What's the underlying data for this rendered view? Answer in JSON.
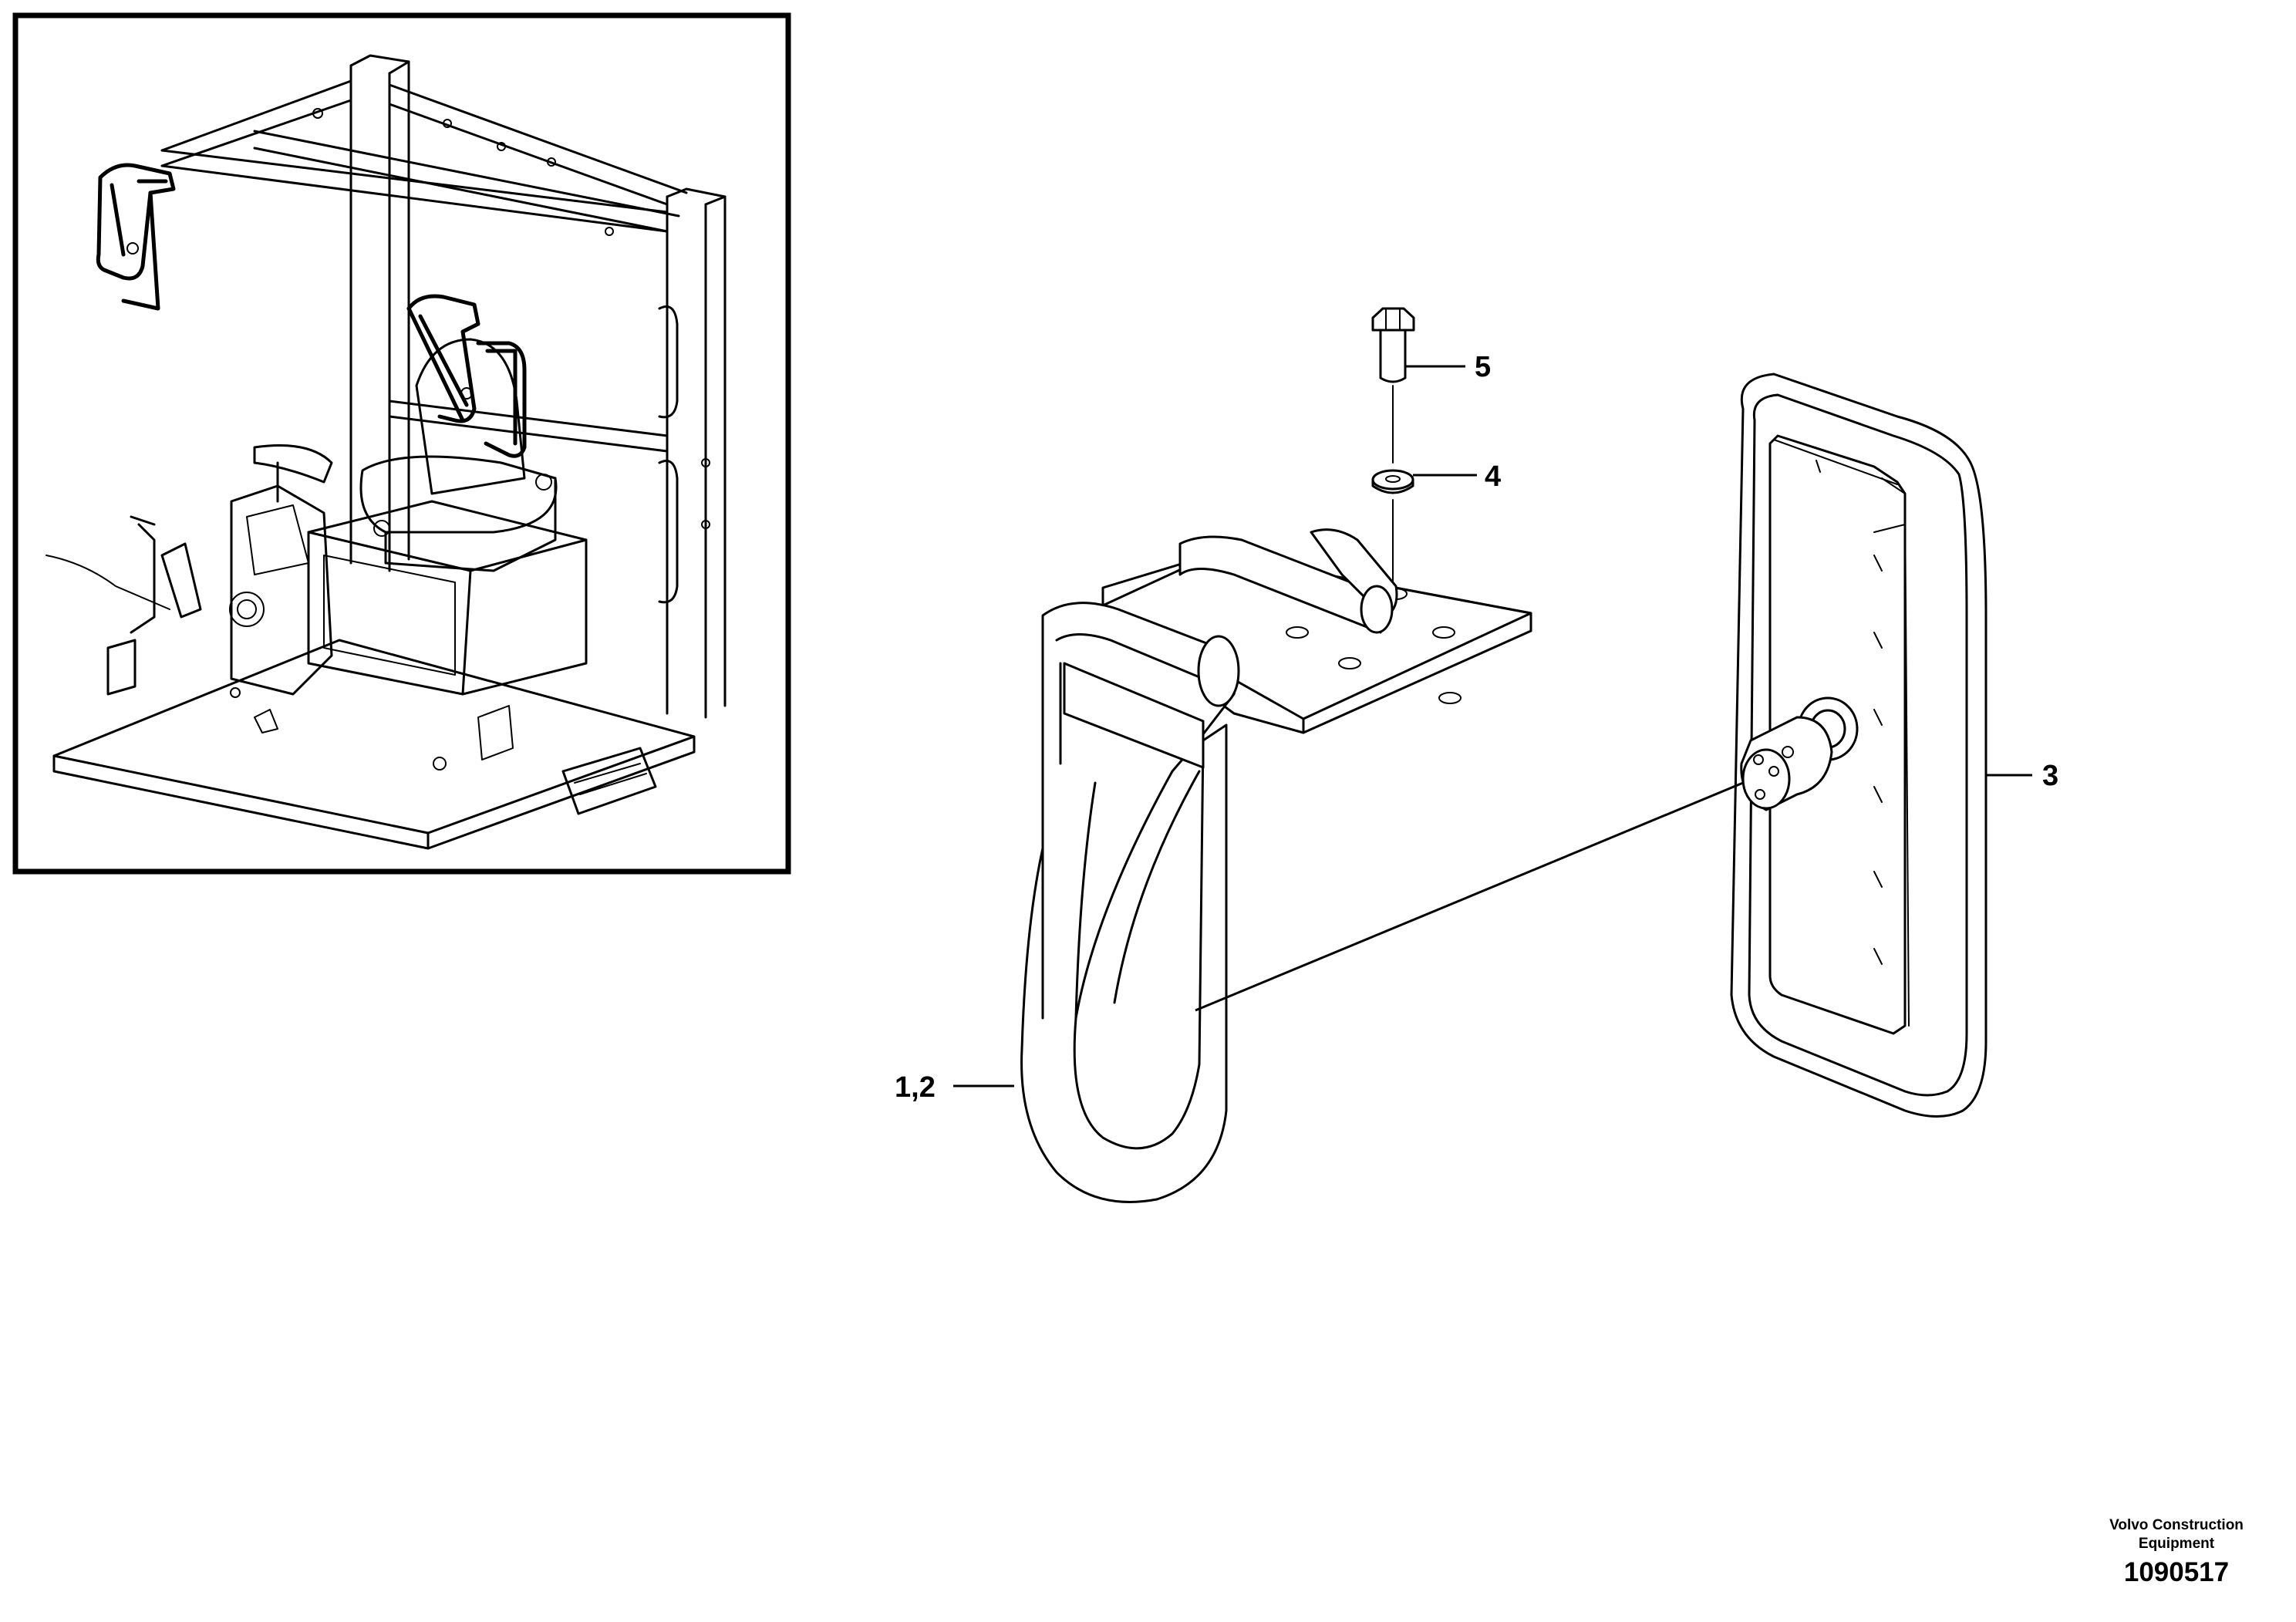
{
  "callouts": {
    "item_5": "5",
    "item_4": "4",
    "item_3": "3",
    "item_1_2": "1,2"
  },
  "footer": {
    "company_line1": "Volvo Construction",
    "company_line2": "Equipment",
    "document_number": "1090517"
  }
}
